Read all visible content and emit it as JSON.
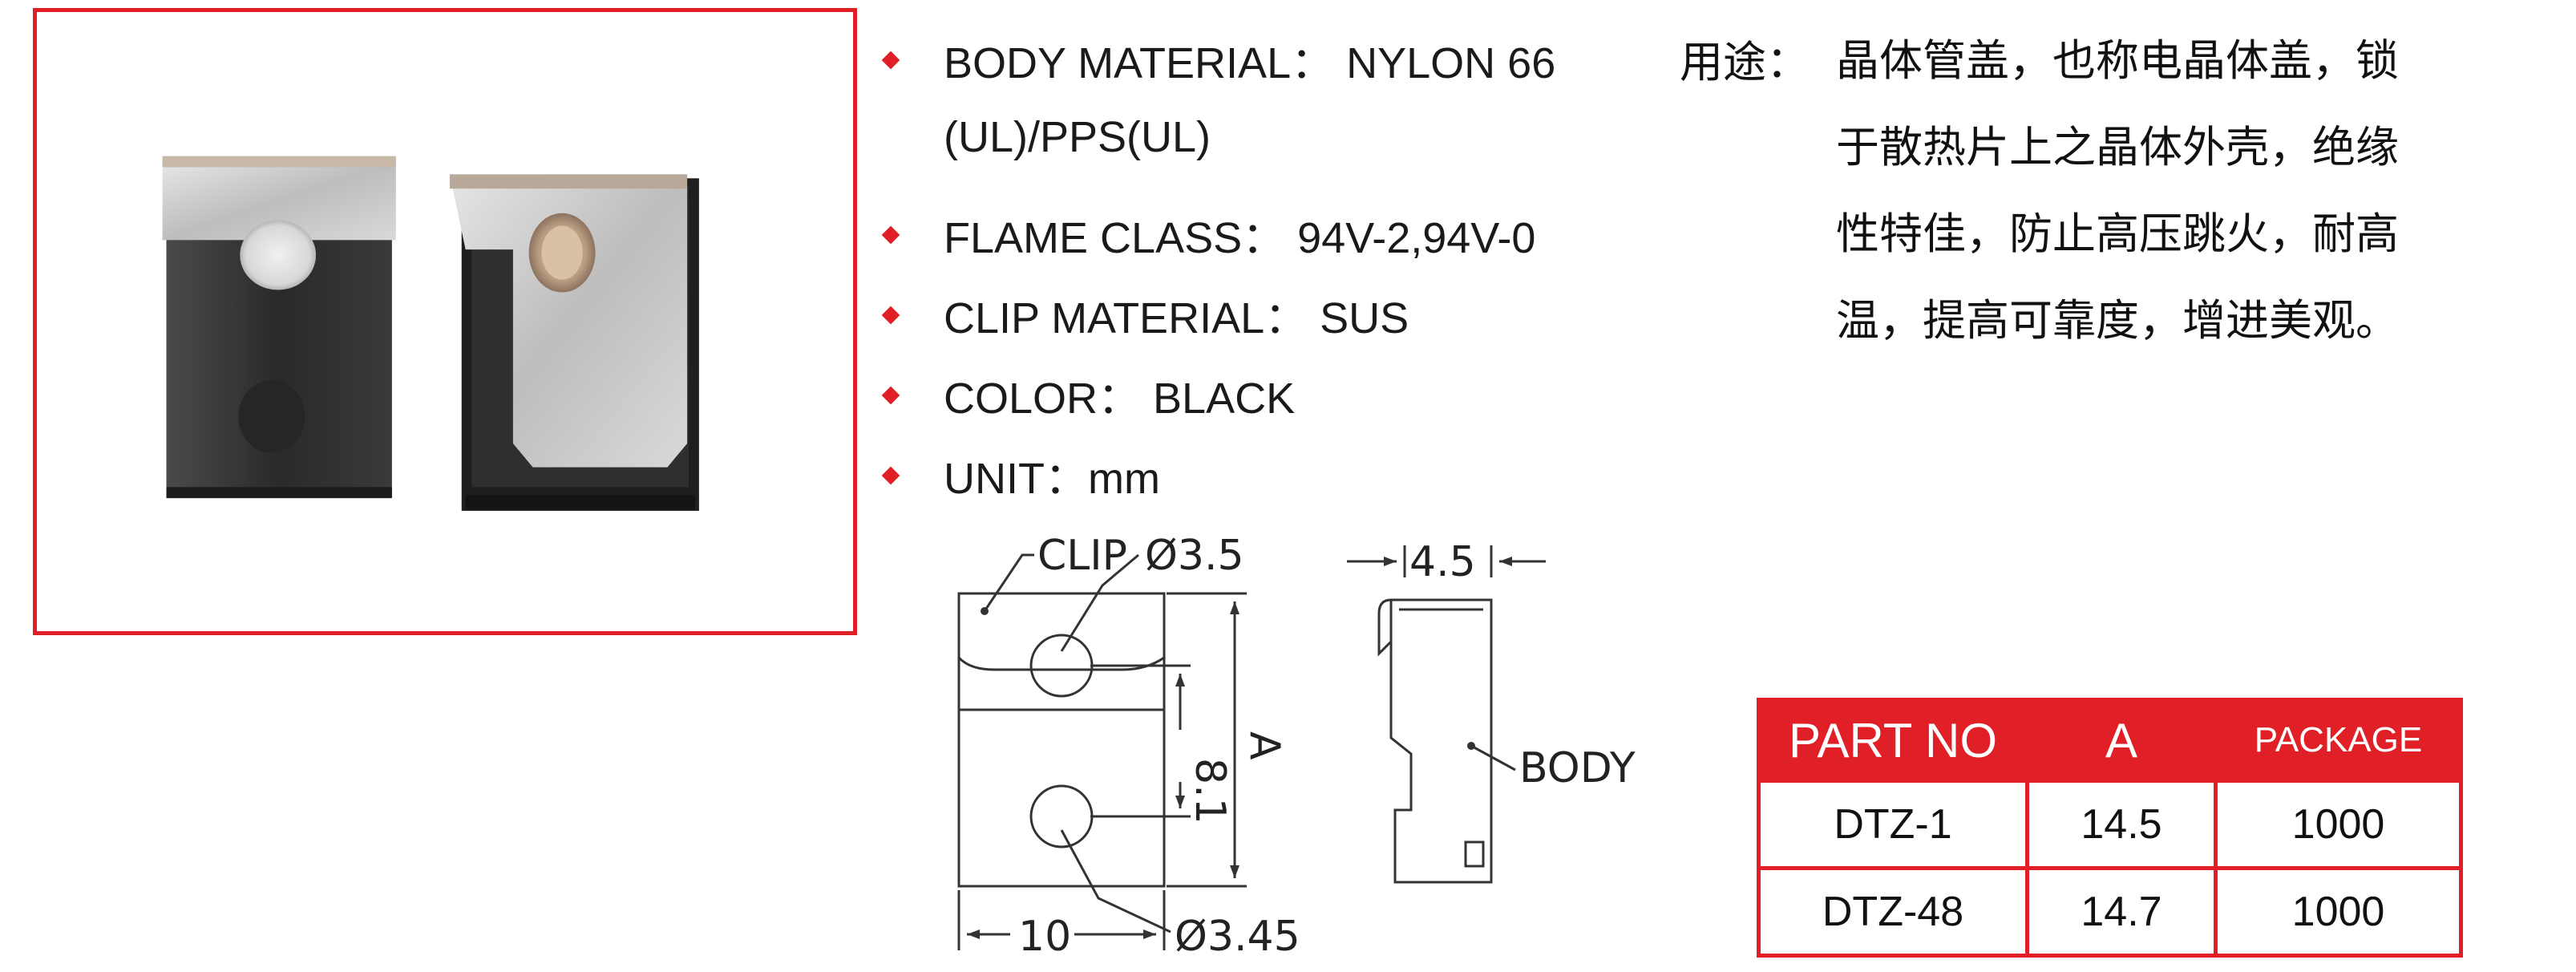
{
  "specs": [
    {
      "line1": "BODY MATERIAL： NYLON 66",
      "line2": "(UL)/PPS(UL)"
    },
    {
      "line1": "FLAME CLASS： 94V-2,94V-0"
    },
    {
      "line1": "CLIP MATERIAL： SUS"
    },
    {
      "line1": "COLOR： BLACK"
    },
    {
      "line1": "UNIT：mm"
    }
  ],
  "usage": {
    "label": "用途：",
    "lines": [
      "晶体管盖，也称电晶体盖，锁",
      "于散热片上之晶体外壳，绝缘",
      "性特佳，防止高压跳火，耐高",
      "温，提高可靠度，增进美观。"
    ]
  },
  "drawing": {
    "clip_label": "CLIP",
    "hole_top": "Ø3.5",
    "hole_bottom": "Ø3.45",
    "dim_width": "10",
    "dim_hole_spacing": "8.1",
    "dim_height": "A",
    "dim_thickness": "4.5",
    "body_label": "BODY"
  },
  "table": {
    "headers": [
      "PART NO",
      "A",
      "PACKAGE"
    ],
    "rows": [
      [
        "DTZ-1",
        "14.5",
        "1000"
      ],
      [
        "DTZ-48",
        "14.7",
        "1000"
      ]
    ]
  },
  "colors": {
    "accent": "#e01f26",
    "body_plastic": "#2e2e2e",
    "clip_metal": "#c9c9c9"
  }
}
